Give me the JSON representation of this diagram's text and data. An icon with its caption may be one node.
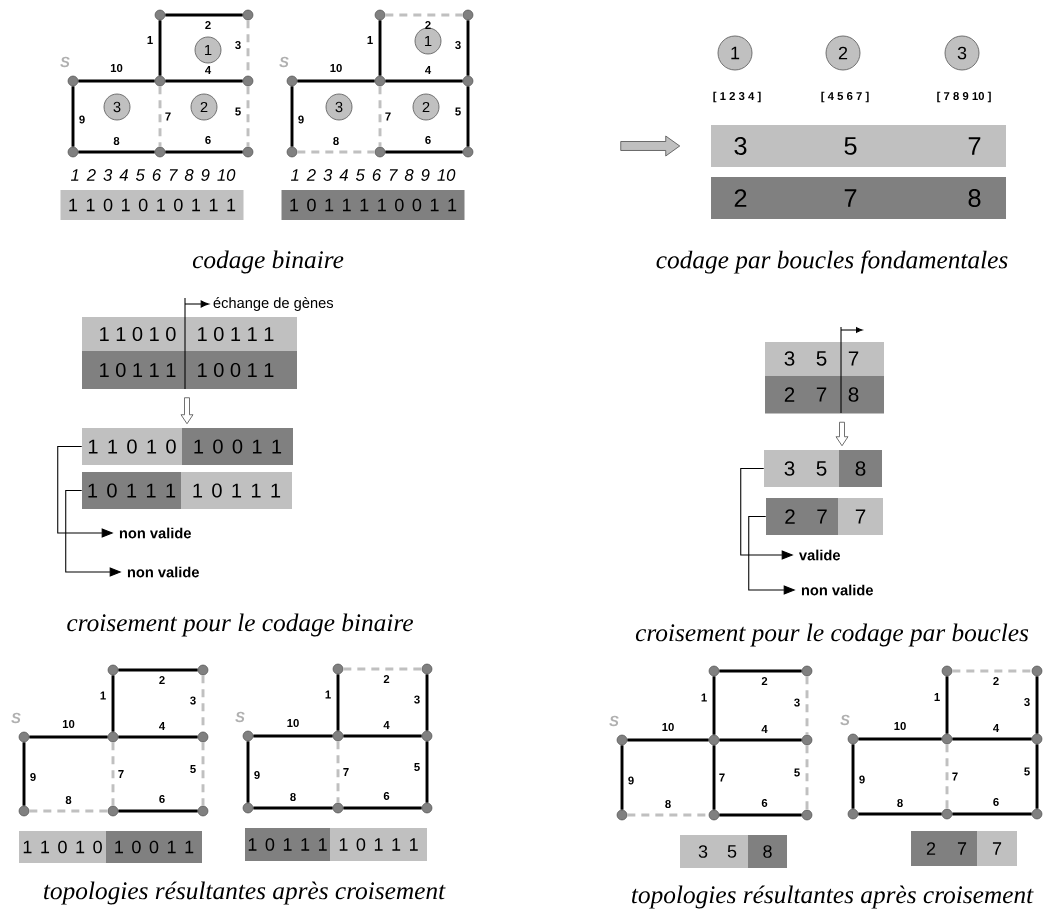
{
  "diagram": {
    "nodes": [
      {
        "text": [],
        "shape": "circle"
      },
      {
        "text": [],
        "shape": "circle"
      },
      {
        "text": [],
        "shape": "circle",
        "beside": [
          "S"
        ]
      },
      {
        "text": [],
        "shape": "circle"
      },
      {
        "text": [],
        "shape": "circle"
      },
      {
        "text": [],
        "shape": "circle"
      },
      {
        "text": [],
        "shape": "circle"
      },
      {
        "text": [],
        "shape": "circle"
      },
      {
        "text": [
          "1"
        ]
      },
      {
        "text": [
          "3"
        ]
      },
      {
        "text": [
          "2"
        ]
      },
      {
        "text": [
          "1 1 0 1 0 1 0 1 1 1"
        ]
      },
      {
        "text": [],
        "shape": "circle"
      },
      {
        "text": [],
        "shape": "circle"
      },
      {
        "text": [],
        "shape": "circle",
        "beside": [
          "S"
        ]
      },
      {
        "text": [],
        "shape": "circle"
      },
      {
        "text": [],
        "shape": "circle"
      },
      {
        "text": [],
        "shape": "circle"
      },
      {
        "text": [],
        "shape": "circle"
      },
      {
        "text": [],
        "shape": "circle"
      },
      {
        "text": [
          "1"
        ]
      },
      {
        "text": [
          "3"
        ]
      },
      {
        "text": [
          "2"
        ]
      },
      {
        "text": [
          "1 0 1 1 1 1 0 0 1 1"
        ]
      },
      {
        "text": [
          "1"
        ],
        "beside": [
          "[ 1 2 3 4 ]"
        ]
      },
      {
        "text": [
          "2"
        ],
        "beside": [
          "[ 4 5 6 7 ]"
        ]
      },
      {
        "text": [
          "3"
        ],
        "beside": [
          "[ 7 8 9 10 ]"
        ]
      },
      {
        "text": [
          "3",
          "5",
          "7"
        ]
      },
      {
        "text": [
          "2",
          "7",
          "8"
        ]
      },
      {
        "text": [
          "échange de gènes"
        ]
      },
      {
        "text": [
          "1 1 0 1 0",
          "1 0 1 1 1"
        ]
      },
      {
        "text": [
          "1 0 1 1 1",
          "1 0 0 1 1"
        ]
      },
      {
        "text": [
          "1 1 0 1 0"
        ]
      },
      {
        "text": [
          "1 0 0 1 1"
        ]
      },
      {
        "text": [
          "1 0 1 1 1"
        ]
      },
      {
        "text": [
          "1 0 1 1 1"
        ]
      },
      {
        "text": [
          "non valide"
        ]
      },
      {
        "text": [
          "non valide"
        ]
      },
      {
        "text": [
          "3",
          "5",
          "7"
        ]
      },
      {
        "text": [
          "2",
          "7",
          "8"
        ]
      },
      {
        "text": [
          "3",
          "5"
        ]
      },
      {
        "text": [
          "8"
        ]
      },
      {
        "text": [
          "2",
          "7"
        ]
      },
      {
        "text": [
          "7"
        ]
      },
      {
        "text": [
          "valide"
        ]
      },
      {
        "text": [
          "non valide"
        ]
      },
      {
        "text": [],
        "shape": "circle"
      },
      {
        "text": [],
        "shape": "circle"
      },
      {
        "text": [],
        "shape": "circle",
        "beside": [
          "S"
        ]
      },
      {
        "text": [],
        "shape": "circle"
      },
      {
        "text": [],
        "shape": "circle"
      },
      {
        "text": [],
        "shape": "circle"
      },
      {
        "text": [],
        "shape": "circle"
      },
      {
        "text": [],
        "shape": "circle"
      },
      {
        "text": [
          "1 1 0 1 0"
        ]
      },
      {
        "text": [
          "1 0 0 1 1"
        ]
      },
      {
        "text": [],
        "shape": "circle"
      },
      {
        "text": [],
        "shape": "circle"
      },
      {
        "text": [],
        "shape": "circle",
        "beside": [
          "S"
        ]
      },
      {
        "text": [],
        "shape": "circle"
      },
      {
        "text": [],
        "shape": "circle"
      },
      {
        "text": [],
        "shape": "circle"
      },
      {
        "text": [],
        "shape": "circle"
      },
      {
        "text": [],
        "shape": "circle"
      },
      {
        "text": [
          "1 0 1 1 1"
        ]
      },
      {
        "text": [
          "1 0 1 1 1"
        ]
      },
      {
        "text": [],
        "shape": "circle"
      },
      {
        "text": [],
        "shape": "circle"
      },
      {
        "text": [],
        "shape": "circle",
        "beside": [
          "S"
        ]
      },
      {
        "text": [],
        "shape": "circle"
      },
      {
        "text": [],
        "shape": "circle"
      },
      {
        "text": [],
        "shape": "circle"
      },
      {
        "text": [],
        "shape": "circle"
      },
      {
        "text": [],
        "shape": "circle"
      },
      {
        "text": [
          "3",
          "5"
        ]
      },
      {
        "text": [
          "8"
        ]
      },
      {
        "text": [],
        "shape": "circle"
      },
      {
        "text": [],
        "shape": "circle"
      },
      {
        "text": [],
        "shape": "circle",
        "beside": [
          "S"
        ]
      },
      {
        "text": [],
        "shape": "circle"
      },
      {
        "text": [],
        "shape": "circle"
      },
      {
        "text": [],
        "shape": "circle"
      },
      {
        "text": [],
        "shape": "circle"
      },
      {
        "text": [],
        "shape": "circle"
      },
      {
        "text": [
          "2",
          "7"
        ]
      },
      {
        "text": [
          "7"
        ]
      }
    ],
    "edges": [
      {
        "from": 3,
        "to": 0,
        "arrow": "none",
        "label": "1"
      },
      {
        "from": 0,
        "to": 1,
        "arrow": "none",
        "label": "2"
      },
      {
        "from": 1,
        "to": 4,
        "arrow": "none",
        "label": "3",
        "style": "dashed",
        "color": "#c0c0c0"
      },
      {
        "from": 3,
        "to": 4,
        "arrow": "none",
        "label": "4"
      },
      {
        "from": 4,
        "to": 7,
        "arrow": "none",
        "label": "5",
        "style": "dashed",
        "color": "#c0c0c0"
      },
      {
        "from": 6,
        "to": 7,
        "arrow": "none",
        "label": "6"
      },
      {
        "from": 3,
        "to": 6,
        "arrow": "none",
        "label": "7",
        "style": "dashed",
        "color": "#c0c0c0"
      },
      {
        "from": 5,
        "to": 6,
        "arrow": "none",
        "label": "8"
      },
      {
        "from": 2,
        "to": 5,
        "arrow": "none",
        "label": "9"
      },
      {
        "from": 2,
        "to": 3,
        "arrow": "none",
        "label": "10"
      },
      {
        "from": 15,
        "to": 12,
        "arrow": "none",
        "label": "1"
      },
      {
        "from": 12,
        "to": 13,
        "arrow": "none",
        "label": "2",
        "style": "dashed",
        "color": "#c0c0c0"
      },
      {
        "from": 13,
        "to": 16,
        "arrow": "none",
        "label": "3"
      },
      {
        "from": 15,
        "to": 16,
        "arrow": "none",
        "label": "4"
      },
      {
        "from": 16,
        "to": 19,
        "arrow": "none",
        "label": "5"
      },
      {
        "from": 18,
        "to": 19,
        "arrow": "none",
        "label": "6"
      },
      {
        "from": 15,
        "to": 18,
        "arrow": "none",
        "label": "7",
        "style": "dashed",
        "color": "#c0c0c0"
      },
      {
        "from": 17,
        "to": 18,
        "arrow": "none",
        "label": "8",
        "style": "dashed",
        "color": "#c0c0c0"
      },
      {
        "from": 14,
        "to": 17,
        "arrow": "none",
        "label": "9"
      },
      {
        "from": 14,
        "to": 15,
        "arrow": "none",
        "label": "10"
      },
      {
        "from": 49,
        "to": 46,
        "arrow": "none",
        "label": "1"
      },
      {
        "from": 46,
        "to": 47,
        "arrow": "none",
        "label": "2"
      },
      {
        "from": 47,
        "to": 50,
        "arrow": "none",
        "label": "3",
        "style": "dashed",
        "color": "#c0c0c0"
      },
      {
        "from": 49,
        "to": 50,
        "arrow": "none",
        "label": "4"
      },
      {
        "from": 50,
        "to": 53,
        "arrow": "none",
        "label": "5",
        "style": "dashed",
        "color": "#c0c0c0"
      },
      {
        "from": 52,
        "to": 53,
        "arrow": "none",
        "label": "6"
      },
      {
        "from": 49,
        "to": 52,
        "arrow": "none",
        "label": "7",
        "style": "dashed",
        "color": "#c0c0c0"
      },
      {
        "from": 51,
        "to": 52,
        "arrow": "none",
        "label": "8",
        "style": "dashed",
        "color": "#c0c0c0"
      },
      {
        "from": 48,
        "to": 51,
        "arrow": "none",
        "label": "9"
      },
      {
        "from": 48,
        "to": 49,
        "arrow": "none",
        "label": "10"
      },
      {
        "from": 59,
        "to": 56,
        "arrow": "none",
        "label": "1"
      },
      {
        "from": 56,
        "to": 57,
        "arrow": "none",
        "label": "2",
        "style": "dashed",
        "color": "#c0c0c0"
      },
      {
        "from": 57,
        "to": 60,
        "arrow": "none",
        "label": "3"
      },
      {
        "from": 59,
        "to": 60,
        "arrow": "none",
        "label": "4"
      },
      {
        "from": 60,
        "to": 63,
        "arrow": "none",
        "label": "5"
      },
      {
        "from": 62,
        "to": 63,
        "arrow": "none",
        "label": "6"
      },
      {
        "from": 59,
        "to": 62,
        "arrow": "none",
        "label": "7",
        "style": "dashed",
        "color": "#c0c0c0"
      },
      {
        "from": 61,
        "to": 62,
        "arrow": "none",
        "label": "8"
      },
      {
        "from": 58,
        "to": 61,
        "arrow": "none",
        "label": "9"
      },
      {
        "from": 58,
        "to": 59,
        "arrow": "none",
        "label": "10"
      },
      {
        "from": 69,
        "to": 66,
        "arrow": "none",
        "label": "1"
      },
      {
        "from": 66,
        "to": 67,
        "arrow": "none",
        "label": "2"
      },
      {
        "from": 67,
        "to": 70,
        "arrow": "none",
        "label": "3",
        "style": "dashed",
        "color": "#c0c0c0"
      },
      {
        "from": 69,
        "to": 70,
        "arrow": "none",
        "label": "4"
      },
      {
        "from": 70,
        "to": 73,
        "arrow": "none",
        "label": "5",
        "style": "dashed",
        "color": "#c0c0c0"
      },
      {
        "from": 72,
        "to": 73,
        "arrow": "none",
        "label": "6"
      },
      {
        "from": 69,
        "to": 72,
        "arrow": "none",
        "label": "7"
      },
      {
        "from": 71,
        "to": 72,
        "arrow": "none",
        "label": "8",
        "style": "dashed",
        "color": "#c0c0c0"
      },
      {
        "from": 68,
        "to": 71,
        "arrow": "none",
        "label": "9"
      },
      {
        "from": 68,
        "to": 69,
        "arrow": "none",
        "label": "10"
      },
      {
        "from": 79,
        "to": 76,
        "arrow": "none",
        "label": "1"
      },
      {
        "from": 76,
        "to": 77,
        "arrow": "none",
        "label": "2",
        "style": "dashed",
        "color": "#c0c0c0"
      },
      {
        "from": 77,
        "to": 80,
        "arrow": "none",
        "label": "3"
      },
      {
        "from": 79,
        "to": 80,
        "arrow": "none",
        "label": "4"
      },
      {
        "from": 80,
        "to": 83,
        "arrow": "none",
        "label": "5"
      },
      {
        "from": 82,
        "to": 83,
        "arrow": "none",
        "label": "6"
      },
      {
        "from": 79,
        "to": 82,
        "arrow": "none",
        "label": "7",
        "style": "dashed",
        "color": "#c0c0c0"
      },
      {
        "from": 81,
        "to": 82,
        "arrow": "none",
        "label": "8"
      },
      {
        "from": 78,
        "to": 81,
        "arrow": "none",
        "label": "9"
      },
      {
        "from": 78,
        "to": 79,
        "arrow": "none",
        "label": "10"
      },
      {
        "from": null,
        "to": 27,
        "arrow": "to",
        "style": "thick",
        "color": "#c0c0c0"
      },
      {
        "from": null,
        "to": 29,
        "arrow": "to"
      },
      {
        "from": 31,
        "to": 32,
        "arrow": "to",
        "style": "thick"
      },
      {
        "from": 32,
        "to": 36,
        "arrow": "to"
      },
      {
        "from": 34,
        "to": 37,
        "arrow": "to"
      },
      {
        "from": 39,
        "to": 40,
        "arrow": "to",
        "style": "thick"
      },
      {
        "from": 40,
        "to": 44,
        "arrow": "to"
      },
      {
        "from": 42,
        "to": 45,
        "arrow": "to"
      }
    ],
    "labels": [
      "1 2 3 4 5 6 7 8 9 10",
      "1 2 3 4 5 6 7 8 9 10",
      "codage binaire",
      "codage par boucles fondamentales",
      "croisement pour le codage binaire",
      "croisement pour le codage par boucles",
      "topologies résultantes après croisement",
      "topologies résultantes après croisement"
    ]
  }
}
